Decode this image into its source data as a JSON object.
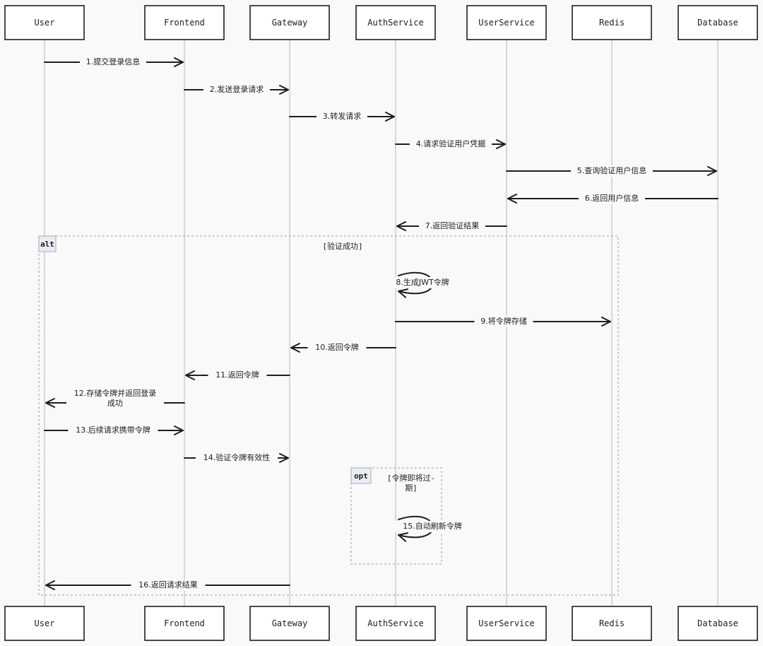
{
  "participants": [
    "User",
    "Frontend",
    "Gateway",
    "AuthService",
    "UserService",
    "Redis",
    "Database"
  ],
  "messages": [
    {
      "from": "User",
      "to": "Frontend",
      "label": "1.提交登录信息"
    },
    {
      "from": "Frontend",
      "to": "Gateway",
      "label": "2.发送登录请求"
    },
    {
      "from": "Gateway",
      "to": "AuthService",
      "label": "3.转发请求"
    },
    {
      "from": "AuthService",
      "to": "UserService",
      "label": "4.请求验证用户凭据"
    },
    {
      "from": "UserService",
      "to": "Database",
      "label": "5.查询验证用户信息"
    },
    {
      "from": "Database",
      "to": "UserService",
      "label": "6.返回用户信息"
    },
    {
      "from": "UserService",
      "to": "AuthService",
      "label": "7.返回验证结果"
    },
    {
      "from": "AuthService",
      "to": "AuthService",
      "label": "8.生成JWT令牌"
    },
    {
      "from": "AuthService",
      "to": "Redis",
      "label": "9.将令牌存储"
    },
    {
      "from": "AuthService",
      "to": "Gateway",
      "label": "10.返回令牌"
    },
    {
      "from": "Gateway",
      "to": "Frontend",
      "label": "11.返回令牌"
    },
    {
      "from": "Frontend",
      "to": "User",
      "label": "12.存储令牌并返回登录",
      "label2": "成功"
    },
    {
      "from": "User",
      "to": "Frontend",
      "label": "13.后续请求携带令牌"
    },
    {
      "from": "Frontend",
      "to": "Gateway",
      "label": "14.验证令牌有效性"
    },
    {
      "from": "AuthService",
      "to": "AuthService",
      "label": "15.自动刷新令牌"
    },
    {
      "from": "Gateway",
      "to": "User",
      "label": "16.返回请求结果"
    }
  ],
  "fragments": [
    {
      "kind": "alt",
      "condition": "[验证成功]",
      "condition2": ""
    },
    {
      "kind": "opt",
      "condition": "[令牌即将过-",
      "condition2": "期]"
    }
  ]
}
